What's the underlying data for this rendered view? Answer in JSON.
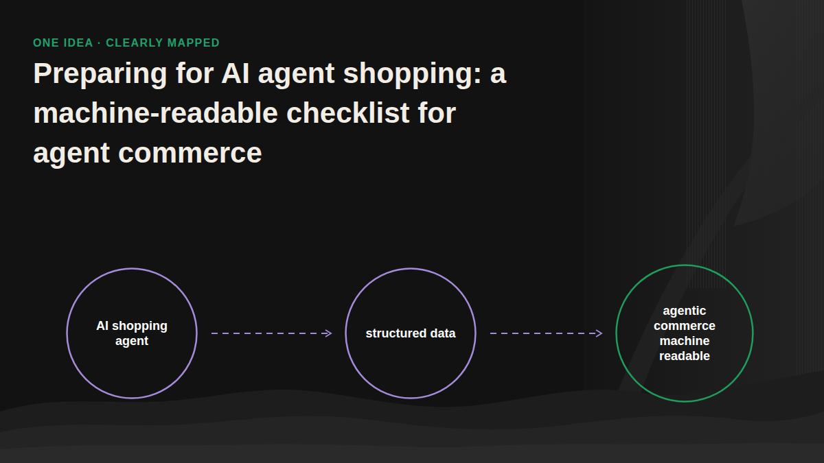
{
  "diagram": {
    "title": "Preparing for AI agent shopping: a machine-readable checklist for agent commerce",
    "nodes": [
      {
        "text": [
          "AI shopping agent"
        ]
      },
      {
        "text": [
          "structured data"
        ]
      },
      {
        "text": [
          "agentic commerce machine readable"
        ]
      }
    ],
    "edges": [
      {
        "from": 0,
        "to": 1,
        "arrow": "to"
      },
      {
        "from": 1,
        "to": 2,
        "arrow": "to"
      }
    ],
    "labels": [
      "ONE IDEA · CLEARLY MAPPED"
    ]
  }
}
